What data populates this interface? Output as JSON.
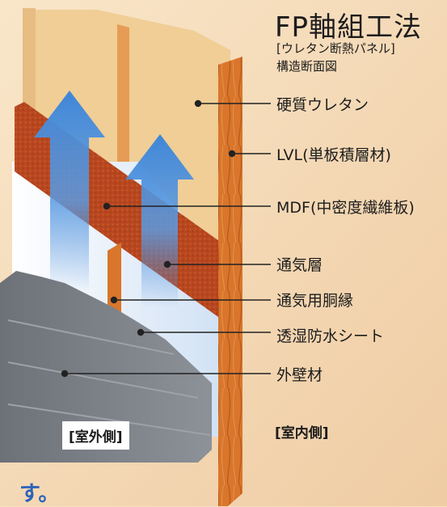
{
  "title": "FP軸組工法",
  "subtitle_line1": "[ウレタン断熱パネル]",
  "subtitle_line2": "構造断面図",
  "callouts": [
    "硬質ウレタン",
    "LVL(単板積層材)",
    "MDF(中密度繊維板)",
    "通気層",
    "通気用胴縁",
    "透湿防水シート",
    "外壁材"
  ],
  "outside_label": "[室外側]",
  "inside_label": "[室内側]",
  "trailing_text": "す。",
  "colors": {
    "background": "#f6dfc0",
    "urethane": "#f0ce96",
    "lvl_timber": "#d9762c",
    "mdf_board": "#b8471f",
    "membrane": "#e9f1fb",
    "siding": "#7b7f86",
    "airflow_arrow": "#3f86d8",
    "accent_text": "#2b63b8"
  },
  "icons": [
    "up-arrow-icon",
    "up-arrow-icon"
  ]
}
